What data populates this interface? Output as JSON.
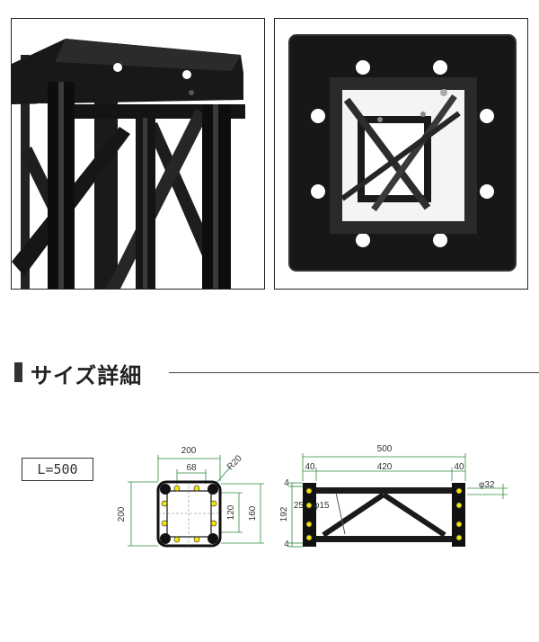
{
  "section": {
    "title": "サイズ詳細"
  },
  "spec": {
    "length_label": "L=500"
  },
  "cross_section": {
    "width": "200",
    "height": "200",
    "hole_spacing": "68",
    "corner_radius": "R20",
    "inner_side": "120",
    "outer_side": "160"
  },
  "side_view": {
    "total_length": "500",
    "end_left": "40",
    "middle": "420",
    "end_right": "40",
    "pipe_diameter": "φ32",
    "top_offset": "4",
    "bottom_offset": "4",
    "depth": "192",
    "hole_offset": "25",
    "hole_diameter": "φ15"
  },
  "colors": {
    "dimension_lines": "#2e8b3a",
    "bolt_fill": "#f2e600",
    "frame": "#111111"
  }
}
